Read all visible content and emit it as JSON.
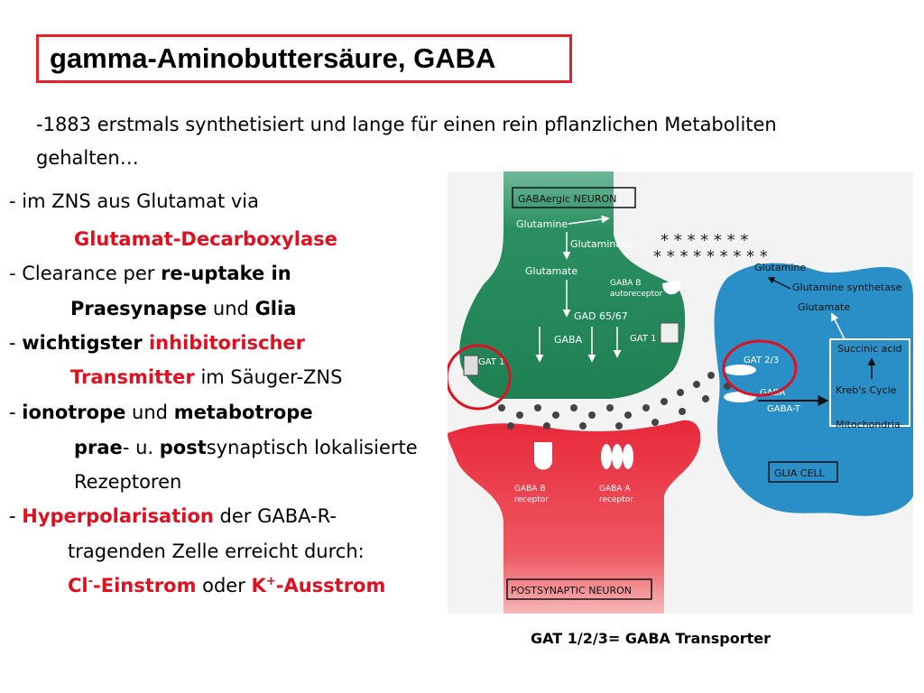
{
  "title": "gamma-Aminobuttersäure, GABA",
  "text": {
    "l1a": "-1883 erstmals synthetisiert und lange für einen rein pflanzlichen Metaboliten",
    "l1b": "gehalten…",
    "l2": "- im ZNS aus Glutamat via",
    "l3": "Glutamat-Decarboxylase",
    "l4a": "- Clearance per ",
    "l4b": "re-uptake in",
    "l5a": "Praesynapse",
    "l5b": " und ",
    "l5c": "Glia",
    "l6a": "- ",
    "l6b": "wichtigster ",
    "l6c": "inhibitorischer",
    "l7a": "Transmitter",
    "l7b": " im Säuger-ZNS",
    "l8a": "-  ",
    "l8b": "ionotrope",
    "l8c": " und ",
    "l8d": "metabotrope",
    "l9a": "prae",
    "l9b": "- u. ",
    "l9c": "post",
    "l9d": "synaptisch lokalisierte",
    "l10": "Rezeptoren",
    "l11a": "- ",
    "l11b": "Hyperpolarisation",
    "l11c": " der GABA-R-",
    "l12": "tragenden Zelle erreicht durch:",
    "l13a": "Cl",
    "l13b": "-",
    "l13c": "-Einstrom",
    "l13d": " oder ",
    "l13e": "K",
    "l13f": "+",
    "l13g": "-Ausstrom"
  },
  "diagram": {
    "gabaergic_neuron": "GABAergic NEURON",
    "glutamine_top": "Glutamine",
    "glutaminase": "Glutaminase",
    "glutamate_left": "Glutamate",
    "gaba_b_autoreceptor_1": "GABA B",
    "gaba_b_autoreceptor_2": "autoreceptor",
    "gad": "GAD 65/67",
    "gaba_left": "GABA",
    "gat1_right": "GAT 1",
    "gat1_left": "GAT 1",
    "glutamine_right": "Glutamine",
    "glutamine_synthetase": "Glutamine synthetase",
    "glutamate_right": "Glutamate",
    "succinic_acid": "Succinic acid",
    "krebs_cycle": "Kreb's Cycle",
    "mitochondria": "Mitochondria",
    "gat23": "GAT 2/3",
    "gaba_glia": "GABA",
    "gaba_t": "GABA-T",
    "glia_cell": "GLIA CELL",
    "gaba_b_receptor_1": "GABA B",
    "gaba_b_receptor_2": "receptor",
    "gaba_a_receptor_1": "GABA A",
    "gaba_a_receptor_2": "receptor",
    "postsynaptic_neuron": "POSTSYNAPTIC NEURON"
  },
  "caption": "GAT 1/2/3= GABA Transporter",
  "colors": {
    "accent_red": "#e01020",
    "neuron_green": "#2b8f62",
    "glia_blue": "#2a8fc6",
    "postsynaptic_red": "#e8283a"
  }
}
